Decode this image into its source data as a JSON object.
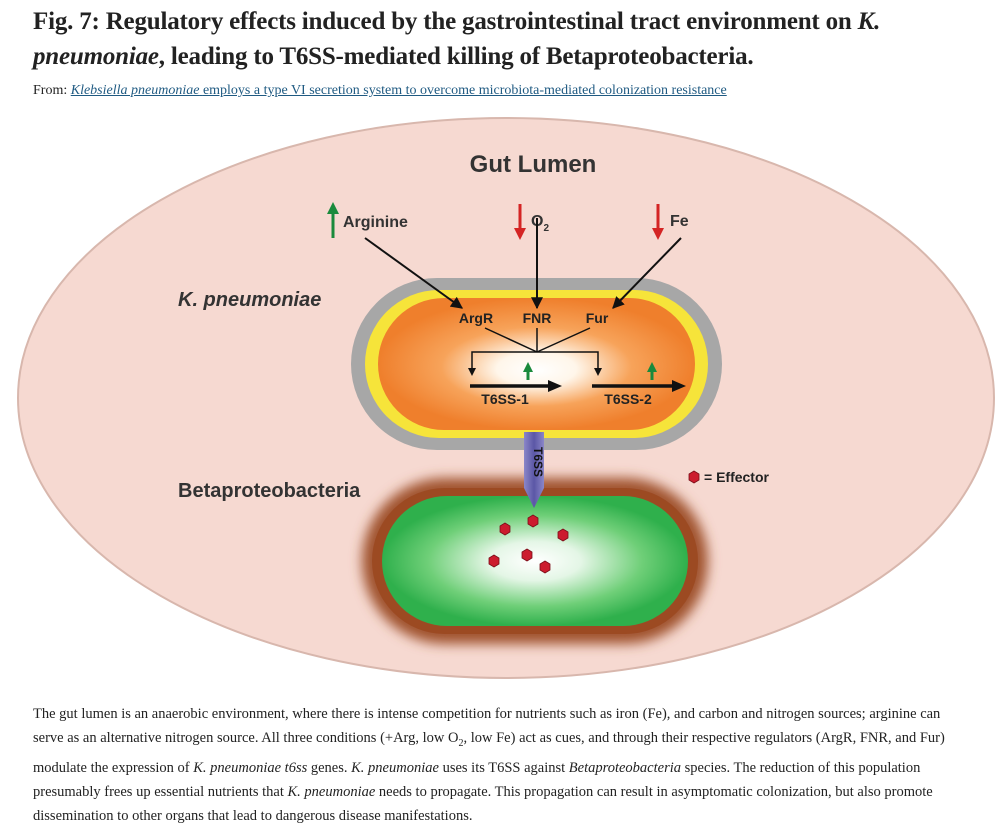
{
  "title": {
    "prefix": "Fig. 7: Regulatory effects induced by the gastrointestinal tract environment on",
    "organism": "K. pneumoniae",
    "suffix": ", leading to T6SS-mediated killing of Betaproteobacteria."
  },
  "from": {
    "label": "From:",
    "link_italic": "Klebsiella pneumoniae",
    "link_rest": "employs a type VI secretion system to overcome microbiota-mediated colonization resistance"
  },
  "figure": {
    "gut_lumen": "Gut Lumen",
    "arginine": "Arginine",
    "o2_base": "O",
    "o2_sub": "2",
    "fe": "Fe",
    "k_pneumoniae": "K. pneumoniae",
    "argr": "ArgR",
    "fnr": "FNR",
    "fur": "Fur",
    "t6ss1": "T6SS-1",
    "t6ss2": "T6SS-2",
    "t6ss": "T6SS",
    "betaproteobacteria": "Betaproteobacteria",
    "effector_legend": "= Effector",
    "colors": {
      "lumen": "#f6d9d1",
      "increase_arrow": "#1a8a3c",
      "decrease_arrow": "#d42424",
      "effector": "#cc1c2e",
      "needle": "#6f6ab0"
    }
  },
  "caption": {
    "p1": "The gut lumen is an anaerobic environment, where there is intense competition for nutrients such as iron (Fe), and carbon and nitrogen sources; arginine can serve as an alternative nitrogen source. All three conditions (+Arg, low O",
    "p1_sub": "2",
    "p2": ", low Fe) act as cues, and through their respective regulators (ArgR, FNR, and Fur) modulate the expression of",
    "i1": "K. pneumoniae t6ss",
    "p3": "genes.",
    "i2": "K. pneumoniae",
    "p4": "uses its T6SS against",
    "i3": "Betaproteobacteria",
    "p5": "species. The reduction of this population presumably frees up essential nutrients that",
    "i4": "K. pneumoniae",
    "p6": "needs to propagate. This propagation can result in asymptomatic colonization, but also promote dissemination to other organs that lead to dangerous disease manifestations."
  }
}
